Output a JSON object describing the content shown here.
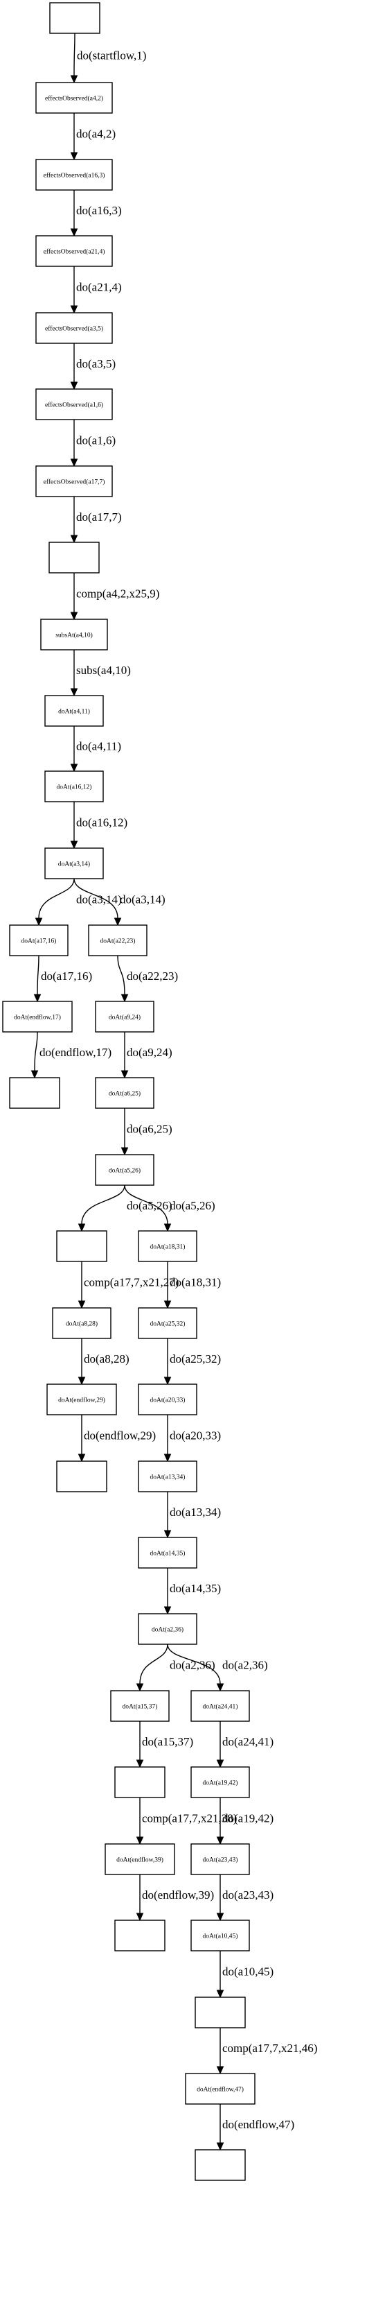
{
  "nodes": [
    {
      "id": "n0",
      "label": ""
    },
    {
      "id": "n1",
      "label": "effectsObserved(a4,2)"
    },
    {
      "id": "n2",
      "label": "effectsObserved(a16,3)"
    },
    {
      "id": "n3",
      "label": "effectsObserved(a21,4)"
    },
    {
      "id": "n4",
      "label": "effectsObserved(a3,5)"
    },
    {
      "id": "n5",
      "label": "effectsObserved(a1,6)"
    },
    {
      "id": "n6",
      "label": "effectsObserved(a17,7)"
    },
    {
      "id": "n7",
      "label": ""
    },
    {
      "id": "n8",
      "label": "subsAt(a4,10)"
    },
    {
      "id": "n9",
      "label": "doAt(a4,11)"
    },
    {
      "id": "n10",
      "label": "doAt(a16,12)"
    },
    {
      "id": "n11",
      "label": "doAt(a3,14)"
    },
    {
      "id": "n12",
      "label": "doAt(a17,16)"
    },
    {
      "id": "n13",
      "label": "doAt(endflow,17)"
    },
    {
      "id": "n14",
      "label": ""
    },
    {
      "id": "n15",
      "label": "doAt(a22,23)"
    },
    {
      "id": "n16",
      "label": "doAt(a9,24)"
    },
    {
      "id": "n17",
      "label": "doAt(a6,25)"
    },
    {
      "id": "n18",
      "label": "doAt(a5,26)"
    },
    {
      "id": "n19",
      "label": ""
    },
    {
      "id": "n20",
      "label": "doAt(a8,28)"
    },
    {
      "id": "n21",
      "label": "doAt(endflow,29)"
    },
    {
      "id": "n22",
      "label": ""
    },
    {
      "id": "n23",
      "label": "doAt(a18,31)"
    },
    {
      "id": "n24",
      "label": "doAt(a25,32)"
    },
    {
      "id": "n25",
      "label": "doAt(a20,33)"
    },
    {
      "id": "n26",
      "label": "doAt(a13,34)"
    },
    {
      "id": "n27",
      "label": "doAt(a14,35)"
    },
    {
      "id": "n28",
      "label": "doAt(a2,36)"
    },
    {
      "id": "n29",
      "label": "doAt(a15,37)"
    },
    {
      "id": "n30",
      "label": ""
    },
    {
      "id": "n31",
      "label": "doAt(endflow,39)"
    },
    {
      "id": "n32",
      "label": ""
    },
    {
      "id": "n33",
      "label": "doAt(a24,41)"
    },
    {
      "id": "n34",
      "label": "doAt(a19,42)"
    },
    {
      "id": "n35",
      "label": "doAt(a23,43)"
    },
    {
      "id": "n36",
      "label": "doAt(a10,45)"
    },
    {
      "id": "n37",
      "label": ""
    },
    {
      "id": "n38",
      "label": "doAt(endflow,47)"
    },
    {
      "id": "n39",
      "label": ""
    }
  ],
  "edges": [
    {
      "from": "n0",
      "to": "n1",
      "label": "do(startflow,1)"
    },
    {
      "from": "n1",
      "to": "n2",
      "label": "do(a4,2)"
    },
    {
      "from": "n2",
      "to": "n3",
      "label": "do(a16,3)"
    },
    {
      "from": "n3",
      "to": "n4",
      "label": "do(a21,4)"
    },
    {
      "from": "n4",
      "to": "n5",
      "label": "do(a3,5)"
    },
    {
      "from": "n5",
      "to": "n6",
      "label": "do(a1,6)"
    },
    {
      "from": "n6",
      "to": "n7",
      "label": "do(a17,7)"
    },
    {
      "from": "n7",
      "to": "n8",
      "label": "comp(a4,2,x25,9)"
    },
    {
      "from": "n8",
      "to": "n9",
      "label": "subs(a4,10)"
    },
    {
      "from": "n9",
      "to": "n10",
      "label": "do(a4,11)"
    },
    {
      "from": "n10",
      "to": "n11",
      "label": "do(a16,12)"
    },
    {
      "from": "n11",
      "to": "n12",
      "label": "do(a3,14)"
    },
    {
      "from": "n11",
      "to": "n15",
      "label": "do(a3,14)"
    },
    {
      "from": "n12",
      "to": "n13",
      "label": "do(a17,16)"
    },
    {
      "from": "n13",
      "to": "n14",
      "label": "do(endflow,17)"
    },
    {
      "from": "n15",
      "to": "n16",
      "label": "do(a22,23)"
    },
    {
      "from": "n16",
      "to": "n17",
      "label": "do(a9,24)"
    },
    {
      "from": "n17",
      "to": "n18",
      "label": "do(a6,25)"
    },
    {
      "from": "n18",
      "to": "n19",
      "label": "do(a5,26)"
    },
    {
      "from": "n18",
      "to": "n23",
      "label": "do(a5,26)"
    },
    {
      "from": "n19",
      "to": "n20",
      "label": "comp(a17,7,x21,27)"
    },
    {
      "from": "n20",
      "to": "n21",
      "label": "do(a8,28)"
    },
    {
      "from": "n21",
      "to": "n22",
      "label": "do(endflow,29)"
    },
    {
      "from": "n23",
      "to": "n24",
      "label": "do(a18,31)"
    },
    {
      "from": "n24",
      "to": "n25",
      "label": "do(a25,32)"
    },
    {
      "from": "n25",
      "to": "n26",
      "label": "do(a20,33)"
    },
    {
      "from": "n26",
      "to": "n27",
      "label": "do(a13,34)"
    },
    {
      "from": "n27",
      "to": "n28",
      "label": "do(a14,35)"
    },
    {
      "from": "n28",
      "to": "n29",
      "label": "do(a2,36)"
    },
    {
      "from": "n28",
      "to": "n33",
      "label": "do(a2,36)"
    },
    {
      "from": "n29",
      "to": "n30",
      "label": "do(a15,37)"
    },
    {
      "from": "n30",
      "to": "n31",
      "label": "comp(a17,7,x21,38)"
    },
    {
      "from": "n31",
      "to": "n32",
      "label": "do(endflow,39)"
    },
    {
      "from": "n33",
      "to": "n34",
      "label": "do(a24,41)"
    },
    {
      "from": "n34",
      "to": "n35",
      "label": "do(a19,42)"
    },
    {
      "from": "n35",
      "to": "n36",
      "label": "do(a23,43)"
    },
    {
      "from": "n36",
      "to": "n37",
      "label": "do(a10,45)"
    },
    {
      "from": "n37",
      "to": "n38",
      "label": "comp(a17,7,x21,46)"
    },
    {
      "from": "n38",
      "to": "n39",
      "label": "do(endflow,47)"
    }
  ]
}
